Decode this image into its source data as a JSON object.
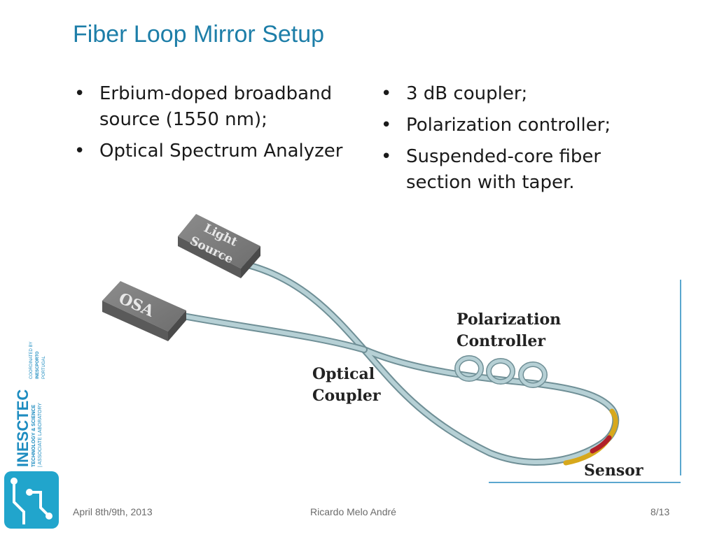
{
  "slide": {
    "title": "Fiber Loop Mirror Setup",
    "left_bullets": [
      "Erbium-doped broadband source (1550 nm);",
      "Optical Spectrum Analyzer"
    ],
    "right_bullets": [
      "3 dB coupler;",
      "Polarization controller;",
      "Suspended-core fiber section with taper."
    ],
    "bullet_char": "•"
  },
  "diagram": {
    "light_source_label_line1": "Light",
    "light_source_label_line2": "Source",
    "osa_label": "OSA",
    "polarization_label_line1": "Polarization",
    "polarization_label_line2": "Controller",
    "coupler_label_line1": "Optical",
    "coupler_label_line2": "Coupler",
    "sensor_label": "Sensor"
  },
  "logo": {
    "brand": "INESCTEC",
    "line1": "TECHNOLOGY & SCIENCE",
    "line2": "| ASSOCIATE LABORATORY",
    "coord_line1": "COORDINATED BY",
    "coord_line2": "INESCPORTO",
    "coord_line3": "PORTUGAL"
  },
  "footer": {
    "date": "April 8th/9th, 2013",
    "author": "Ricardo Melo André",
    "page": "8/13"
  },
  "colors": {
    "title": "#1d7ea8",
    "fiber": "#a9c6cc",
    "box": "#7a7a7a",
    "sensor_yellow": "#d7a81c",
    "sensor_red": "#b0202a",
    "axis": "#5aa7cf"
  }
}
